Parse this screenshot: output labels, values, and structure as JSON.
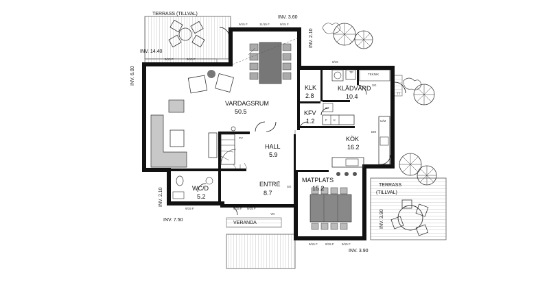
{
  "rooms": {
    "vardagsrum": {
      "name": "VARDAGSRUM",
      "area": "50.5"
    },
    "klk": {
      "name": "KLK",
      "area": "2.8"
    },
    "kladvard": {
      "name": "KLÄDVÅRD",
      "area": "10.4"
    },
    "kfv": {
      "name": "KFV",
      "area": "1.2"
    },
    "kok": {
      "name": "KÖK",
      "area": "16.2"
    },
    "hall": {
      "name": "HALL",
      "area": "5.9"
    },
    "entre": {
      "name": "ENTRÉ",
      "area": "8.7"
    },
    "wc": {
      "name": "WC/D",
      "area": "5.2"
    },
    "matplats": {
      "name": "MATPLATS",
      "area": "15.2"
    }
  },
  "terraces": {
    "top": "TERRASS (TILLVAL)",
    "right_line1": "TERRASS",
    "right_line2": "(TILLVAL)",
    "veranda": "VERANDA"
  },
  "dimensions": {
    "inv_360": "INV. 3.60",
    "inv_210_top": "INV. 2.10",
    "inv_1440": "INV. 14.40",
    "inv_600": "INV. 6.00",
    "inv_210_left": "INV. 2.10",
    "inv_750": "INV. 7.50",
    "inv_390_right": "INV. 3.90",
    "inv_390_bottom": "INV. 3.90"
  },
  "fixtures": {
    "tp": "TP",
    "teknik": "TEKNIK",
    "sg": "SG",
    "st": "ST",
    "f": "F",
    "k": "K",
    "dm": "DM",
    "um": "U/M",
    "yd": "YD",
    "pv": "PV",
    "sg_entre": "SG",
    "tt": "TT"
  },
  "windows": {
    "w1": "9/15 F",
    "w2": "11/15 F",
    "w3": "9/15 F",
    "w4": "9/15 F",
    "w5": "9/15 F",
    "w6": "8/15",
    "w7": "9/15 F",
    "w8": "9/15 F",
    "w9": "9/15 F",
    "w10": "9/15 F",
    "w11": "9/15 F",
    "w12": "9/15 F"
  }
}
